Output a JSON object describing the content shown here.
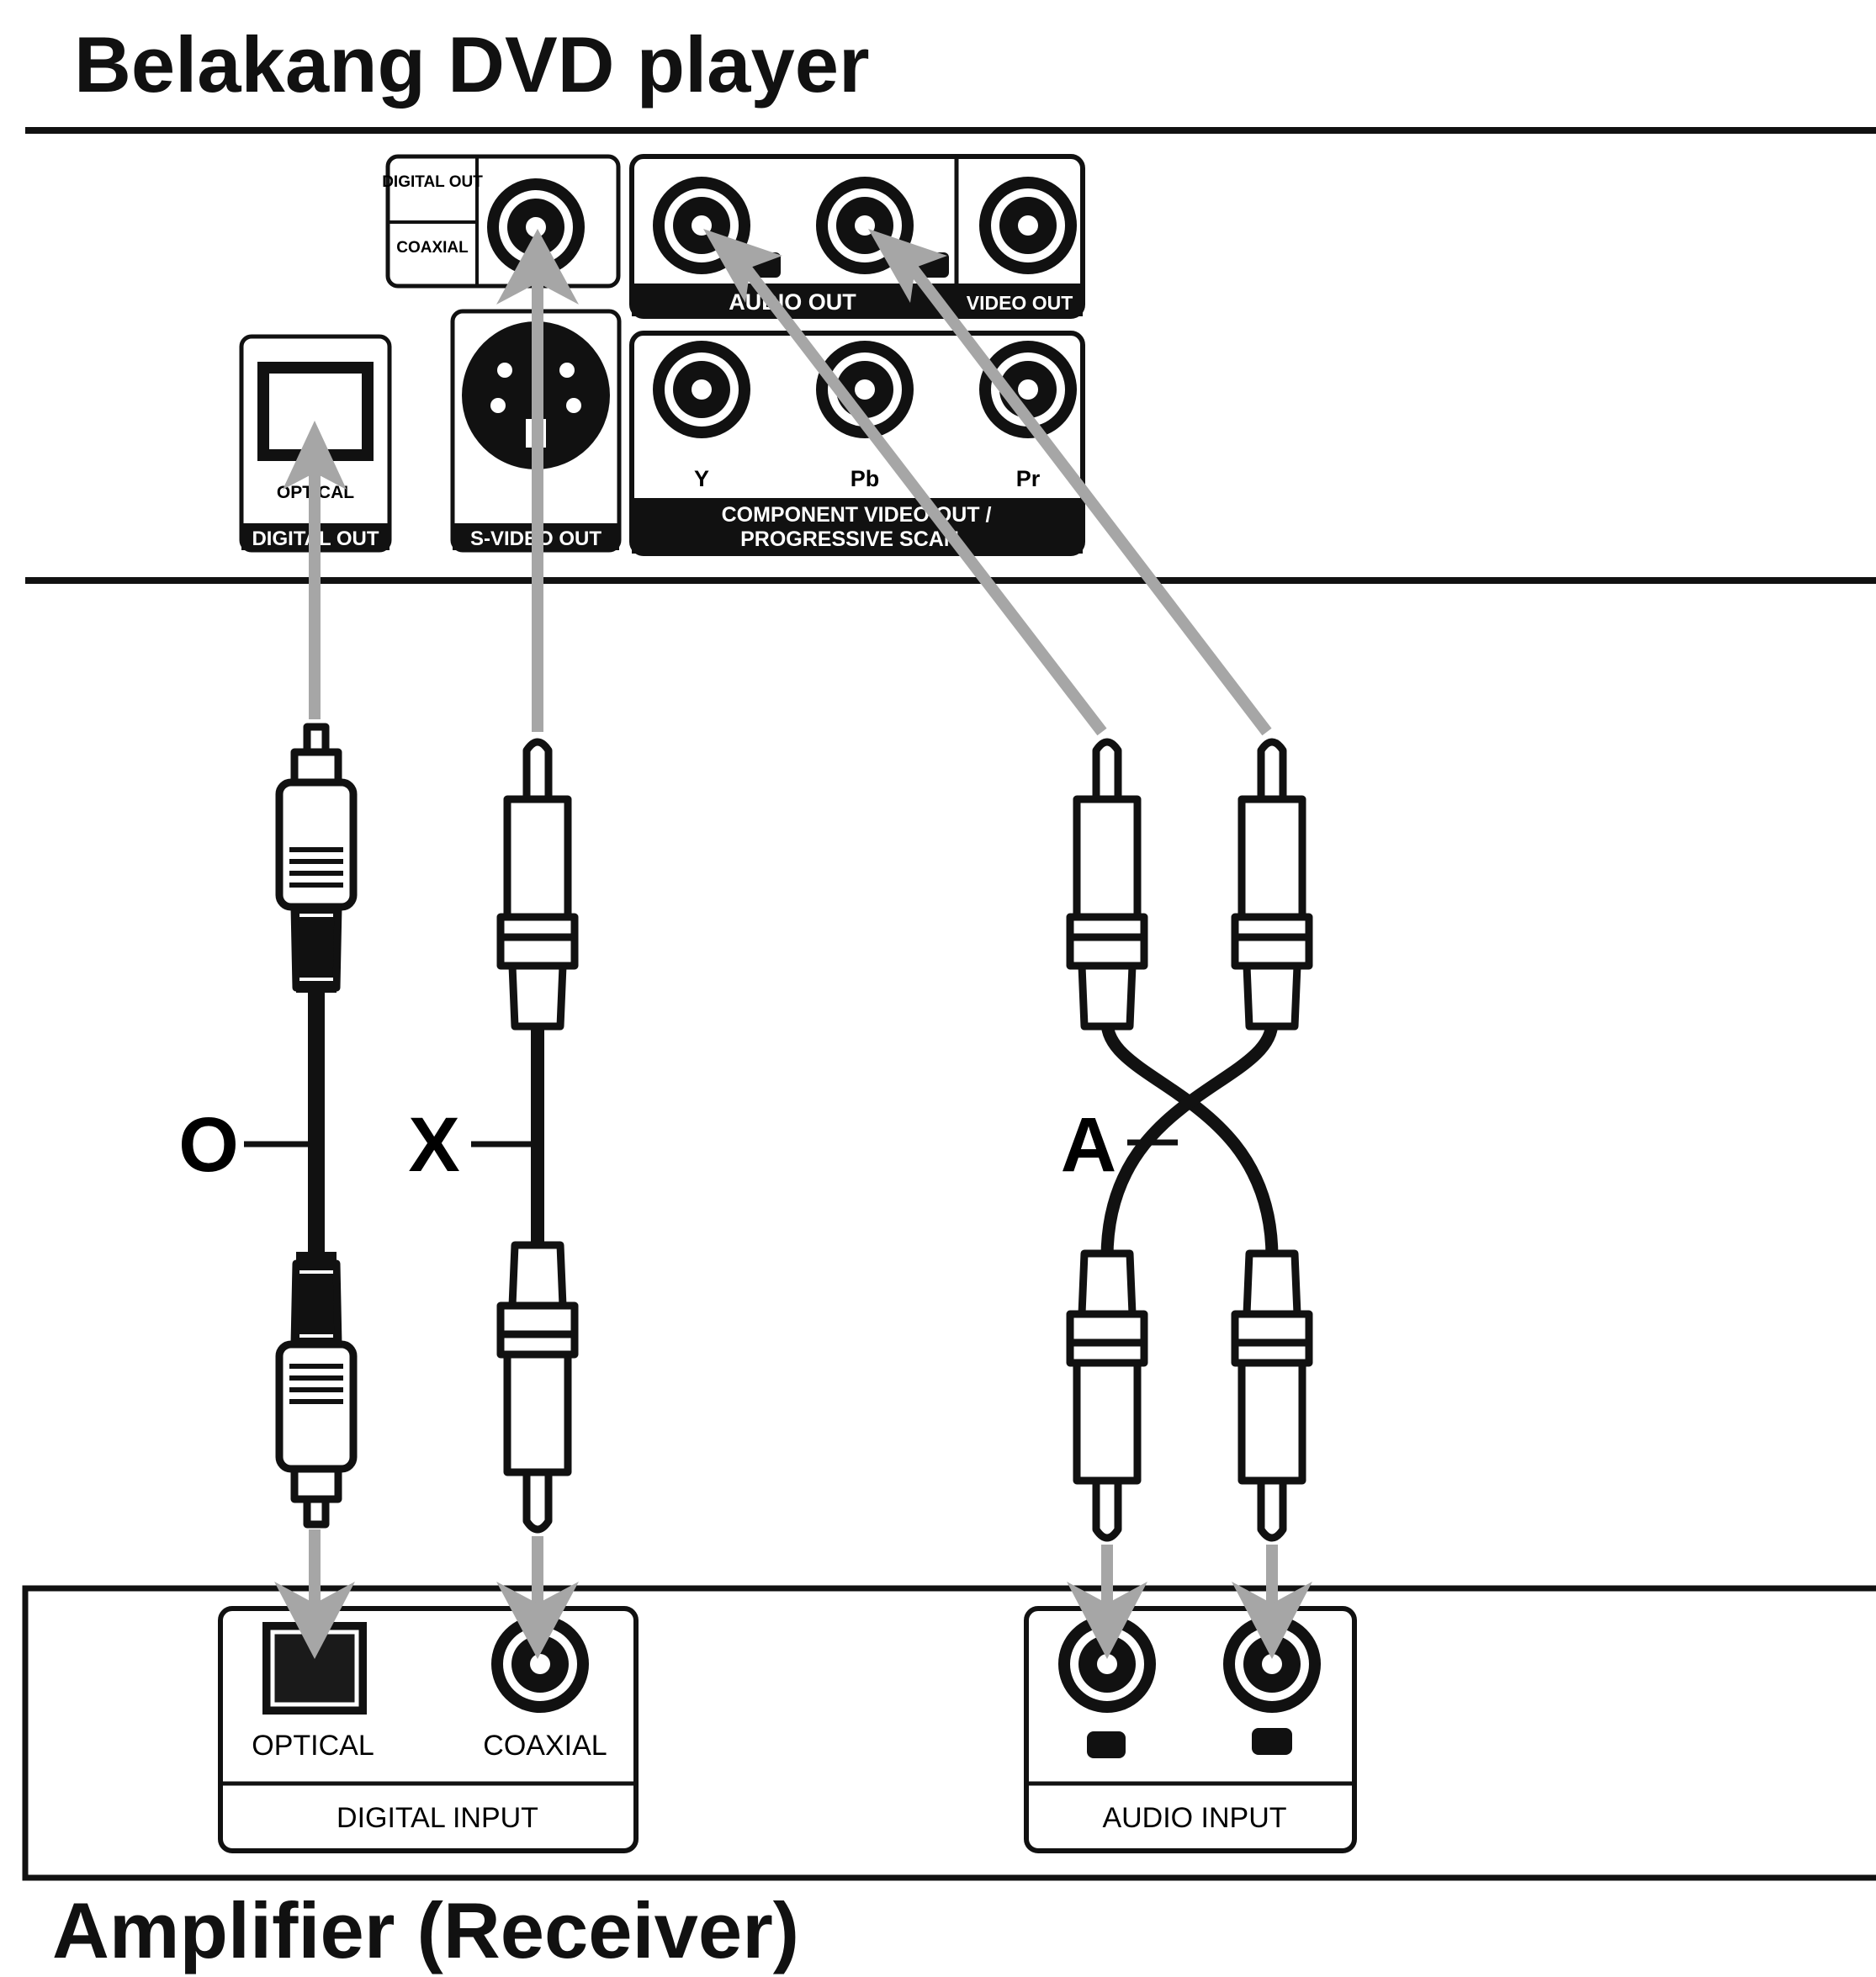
{
  "titles": {
    "dvd_player": "Belakang DVD player",
    "amplifier": "Amplifier (Receiver)"
  },
  "dvd_panel": {
    "digital_out": "DIGITAL OUT",
    "coaxial": "COAXIAL",
    "optical": "OPTICAL",
    "audio_out": "AUDIO OUT",
    "video_out": "VIDEO OUT",
    "s_video_out": "S-VIDEO OUT",
    "component_y": "Y",
    "component_pb": "Pb",
    "component_pr": "Pr",
    "component_line1": "COMPONENT VIDEO OUT /",
    "component_line2": "PROGRESSIVE SCAN"
  },
  "cables": {
    "optical_label": "O",
    "coaxial_label": "X",
    "audio_label": "A"
  },
  "amplifier_panel": {
    "optical": "OPTICAL",
    "coaxial": "COAXIAL",
    "digital_input": "DIGITAL INPUT",
    "audio_input": "AUDIO INPUT"
  },
  "colors": {
    "ink": "#111111",
    "arrow": "#a6a6a6",
    "background": "#ffffff"
  }
}
